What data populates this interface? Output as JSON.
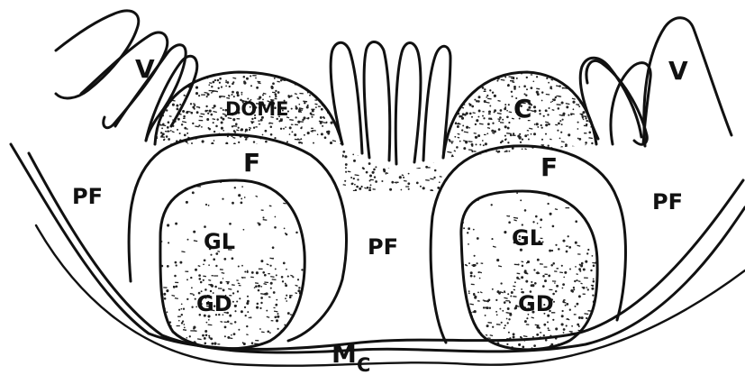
{
  "labels": {
    "villus_left": "V",
    "villus_right": "V",
    "dome": "DOME",
    "cap": "C",
    "follicle_left": "F",
    "follicle_right": "F",
    "pf_left": "PF",
    "pf_center": "PF",
    "pf_right": "PF",
    "gl_left": "GL",
    "gl_right": "GL",
    "gd_left": "GD",
    "gd_right": "GD",
    "mc_main": "M",
    "mc_sub": "C"
  },
  "colors": {
    "ink": "#111111",
    "paper": "#ffffff"
  }
}
